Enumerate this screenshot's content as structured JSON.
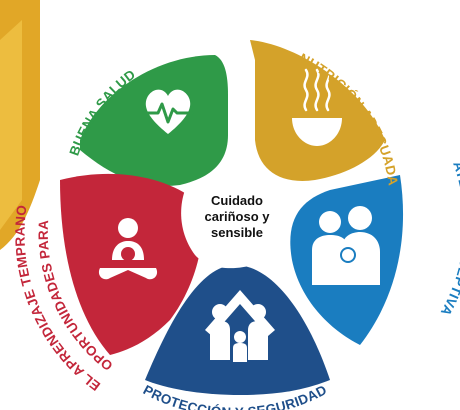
{
  "center": {
    "line1": "Cuidado",
    "line2": "cariñoso y",
    "line3": "sensible"
  },
  "segments": [
    {
      "id": "buena-salud",
      "label": "BUENA SALUD",
      "color": "#2f9a48",
      "icon": "heart-pulse-icon"
    },
    {
      "id": "nutricion",
      "label": "NUTRICIÓN ADECUADA",
      "color": "#d4a22a",
      "icon": "steaming-bowl-icon"
    },
    {
      "id": "atencion",
      "label": "ATENCIÓN RECEPTIVA",
      "color": "#1a7dc0",
      "icon": "parents-holding-baby-icon"
    },
    {
      "id": "proteccion",
      "label": "PROTECCIÓN Y SEGURIDAD",
      "color": "#1f4f8a",
      "icon": "family-under-roof-icon"
    },
    {
      "id": "oportunidades",
      "label_line1": "OPORTUNIDADES PARA",
      "label_line2": "EL APRENDIZAJE TEMPRANO",
      "color": "#c3263a",
      "icon": "child-playing-icon"
    }
  ],
  "colors": {
    "background_band": "#e1a727",
    "background_band_light": "#f2c64a",
    "center_fill": "#ffffff"
  }
}
